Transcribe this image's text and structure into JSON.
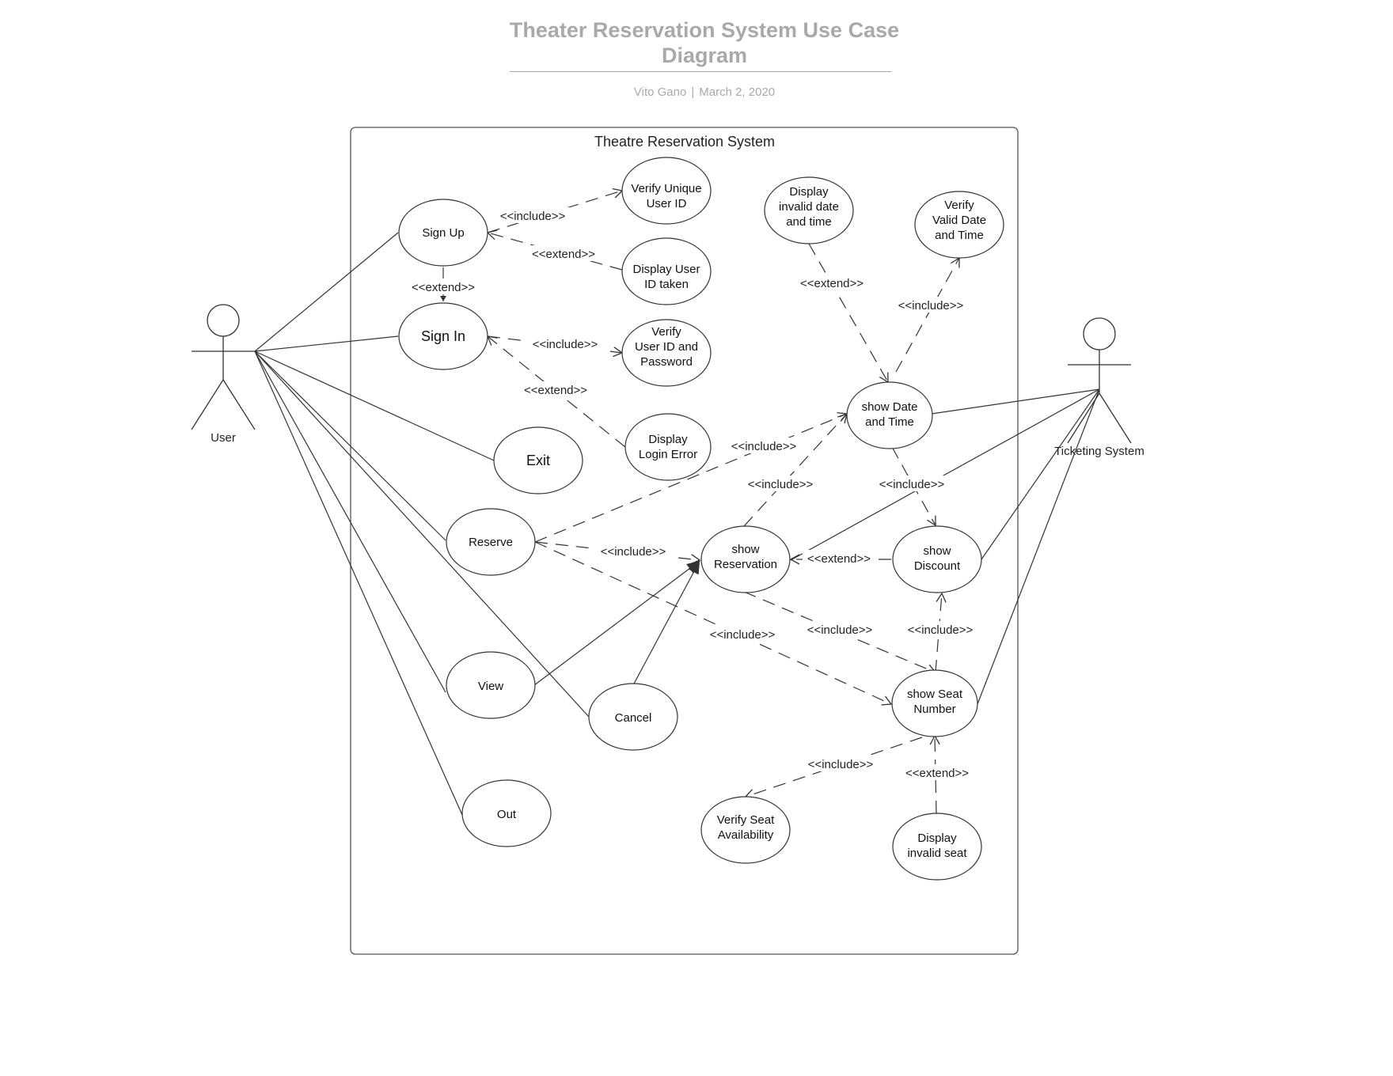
{
  "header": {
    "title": "Theater Reservation System Use Case Diagram",
    "author": "Vito Gano",
    "separator": "|",
    "date": "March 2, 2020"
  },
  "system": {
    "name": "Theatre Reservation System"
  },
  "actors": {
    "user": "User",
    "ticketing": "Ticketing System"
  },
  "use_cases": {
    "sign_up": [
      "Sign Up"
    ],
    "sign_in": [
      "Sign In"
    ],
    "exit": [
      "Exit"
    ],
    "reserve": [
      "Reserve"
    ],
    "view": [
      "View"
    ],
    "cancel": [
      "Cancel"
    ],
    "out": [
      "Out"
    ],
    "verify_unique_id": [
      "Verify Unique",
      "User ID"
    ],
    "display_id_taken": [
      "Display User",
      "ID taken"
    ],
    "verify_id_password": [
      "Verify",
      "User ID and",
      "Password"
    ],
    "display_login_error": [
      "Display",
      "Login Error"
    ],
    "display_invalid_date": [
      "Display",
      "invalid date",
      "and time"
    ],
    "verify_valid_date": [
      "Verify",
      "Valid Date",
      "and Time"
    ],
    "show_date_time": [
      "show Date",
      "and Time"
    ],
    "show_reservation": [
      "show",
      "Reservation"
    ],
    "show_discount": [
      "show",
      "Discount"
    ],
    "show_seat_number": [
      "show Seat",
      "Number"
    ],
    "verify_seat": [
      "Verify Seat",
      "Availability"
    ],
    "display_invalid_seat": [
      "Display",
      "invalid seat"
    ]
  },
  "stereotypes": {
    "include": "<<include>>",
    "extend": "<<extend>>"
  },
  "colors": {
    "title": "#a9a9a9",
    "line": "#333333",
    "text": "#111111"
  }
}
